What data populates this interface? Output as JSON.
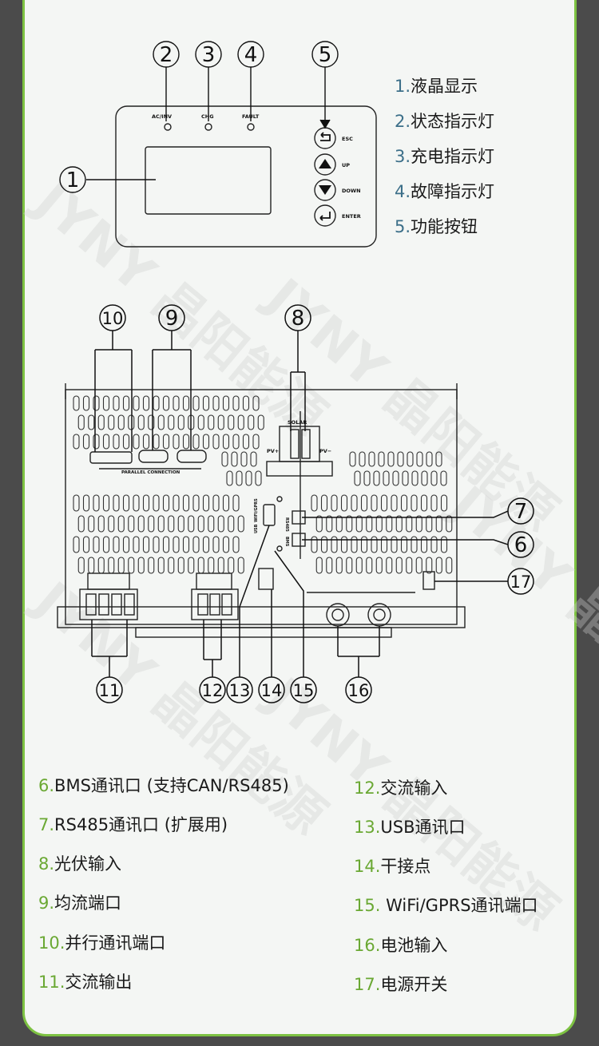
{
  "front_panel": {
    "led_labels": [
      "AC/INV",
      "CHG",
      "FAULT"
    ],
    "button_labels": [
      "ESC",
      "UP",
      "DOWN",
      "ENTER"
    ],
    "callouts": [
      "1",
      "2",
      "3",
      "4",
      "5"
    ]
  },
  "front_legend": [
    {
      "num": "1.",
      "text": "液晶显示"
    },
    {
      "num": "2.",
      "text": "状态指示灯"
    },
    {
      "num": "3.",
      "text": "充电指示灯"
    },
    {
      "num": "4.",
      "text": "故障指示灯"
    },
    {
      "num": "5.",
      "text": "功能按钮"
    }
  ],
  "back_panel": {
    "solar_label": "SOLAR",
    "pv_plus": "PV+",
    "pv_minus": "PV−",
    "parallel_label": "PARALLEL CONNECTION",
    "port_labels": [
      "RS485",
      "BMS",
      "USB",
      "WIFI/GPRS"
    ],
    "callouts": [
      "6",
      "7",
      "8",
      "9",
      "10",
      "11",
      "12",
      "13",
      "14",
      "15",
      "16",
      "17"
    ]
  },
  "left_legend": [
    {
      "num": "6.",
      "text": "BMS通讯口 (支持CAN/RS485)"
    },
    {
      "num": "7.",
      "text": "RS485通讯口 (扩展用)"
    },
    {
      "num": "8.",
      "text": "光伏输入"
    },
    {
      "num": "9.",
      "text": "均流端口"
    },
    {
      "num": "10.",
      "text": "并行通讯端口"
    },
    {
      "num": "11.",
      "text": "交流输出"
    }
  ],
  "right_legend": [
    {
      "num": "12.",
      "text": "交流输入"
    },
    {
      "num": "13.",
      "text": "USB通讯口"
    },
    {
      "num": "14.",
      "text": "干接点"
    },
    {
      "num": "15.",
      "text": " WiFi/GPRS通讯端口"
    },
    {
      "num": "16.",
      "text": "电池输入"
    },
    {
      "num": "17.",
      "text": "电源开关"
    }
  ],
  "watermark": "JYNY 晶阳能源",
  "colors": {
    "accent_green": "#7dc242",
    "number_blue": "#3c6f89",
    "number_green": "#6aa833",
    "border_dark": "#4b4b4b"
  }
}
